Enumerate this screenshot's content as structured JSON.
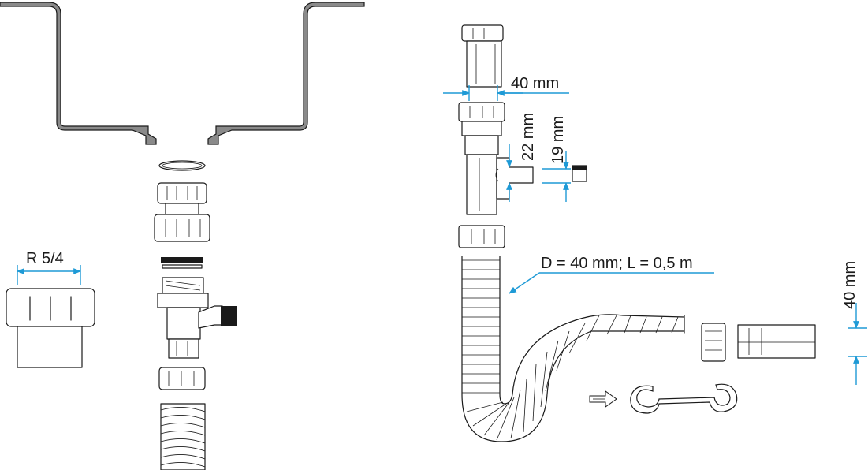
{
  "labels": {
    "thread": "R 5/4",
    "pipe_diameter": "40 mm",
    "branch_outer": "22 mm",
    "branch_inner": "19 mm",
    "hose_spec": "D = 40 mm; L = 0,5 m",
    "end_diameter": "40 mm"
  },
  "colors": {
    "dimension": "#1e9ad6",
    "line": "#1a1a1a",
    "sink": "#8a8a8a"
  }
}
